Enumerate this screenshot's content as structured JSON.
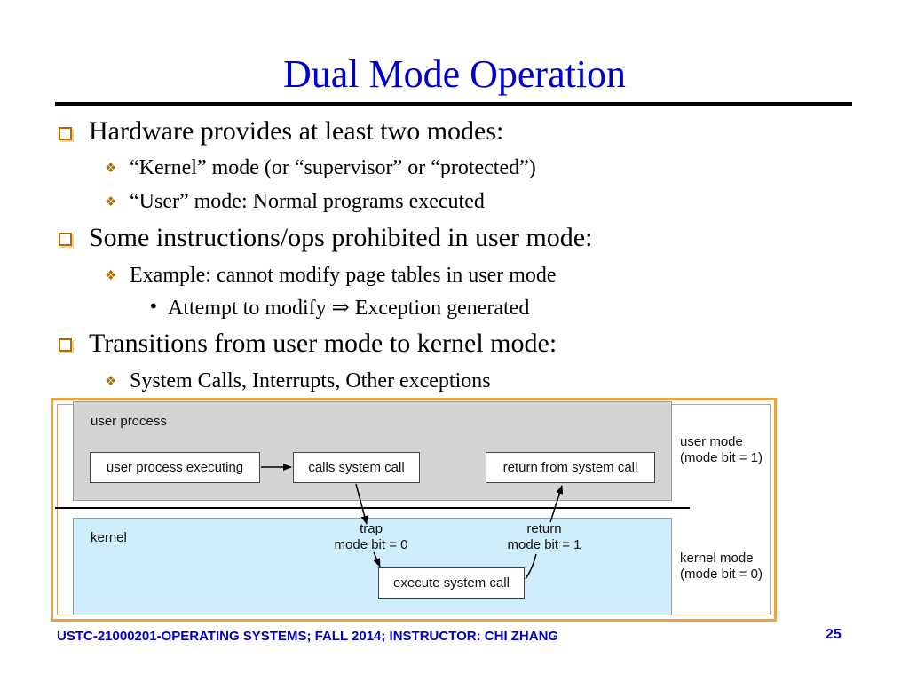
{
  "slide": {
    "title": "Dual Mode Operation",
    "bullets": [
      {
        "text": "Hardware provides at least two modes:",
        "sub": [
          {
            "text": "“Kernel” mode (or “supervisor” or “protected”)"
          },
          {
            "text": "“User” mode: Normal programs executed"
          }
        ]
      },
      {
        "text": "Some instructions/ops prohibited in user mode:",
        "sub": [
          {
            "text": "Example: cannot modify page tables in user mode",
            "sub": [
              {
                "text": "Attempt to modify ⇒ Exception generated"
              }
            ]
          }
        ]
      },
      {
        "text": "Transitions from user mode to kernel mode:",
        "sub": [
          {
            "text": "System Calls, Interrupts, Other exceptions"
          }
        ]
      }
    ],
    "bullet_marks": {
      "level1_icon": "square-bullet-icon",
      "level2_icon": "diamond-bullet-icon",
      "level3_icon": "dot-bullet-icon"
    }
  },
  "diagram": {
    "user_region_label": "user process",
    "kernel_region_label": "kernel",
    "boxes": {
      "user_exec": "user process executing",
      "calls": "calls system call",
      "return": "return from system call",
      "execute": "execute system call"
    },
    "trap": {
      "line1": "trap",
      "line2": "mode bit = 0"
    },
    "ret": {
      "line1": "return",
      "line2": "mode bit = 1"
    },
    "user_mode": {
      "line1": "user mode",
      "line2": "(mode bit = 1)"
    },
    "kernel_mode": {
      "line1": "kernel mode",
      "line2": "(mode bit = 0)"
    }
  },
  "footer": {
    "course": "USTC-21000201-OPERATING SYSTEMS; FALL 2014; INSTRUCTOR: CHI ZHANG",
    "page": "25"
  },
  "colors": {
    "title": "#0000cc",
    "bullet_accent": "#b36b00",
    "user_region": "#d4d4d4",
    "kernel_region": "#cfeefb",
    "figure_border": "#e6a445"
  }
}
